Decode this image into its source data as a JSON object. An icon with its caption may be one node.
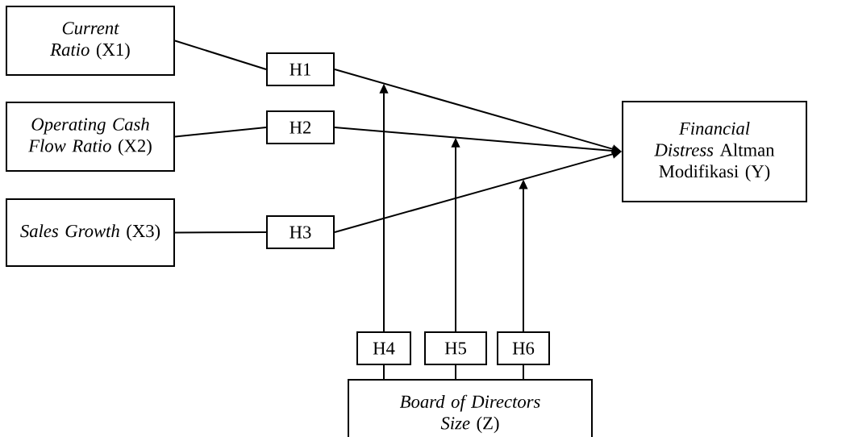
{
  "diagram": {
    "nodes": [
      {
        "text": [
          "*Current Ratio* (X1)"
        ]
      },
      {
        "text": [
          "*Operating Cash Flow Ratio* (X2)"
        ]
      },
      {
        "text": [
          "*Sales Growth* (X3)"
        ]
      },
      {
        "text": [
          "*Financial Distress* Altman Modifikasi (Y)"
        ]
      },
      {
        "text": [
          "H1"
        ]
      },
      {
        "text": [
          "H2"
        ]
      },
      {
        "text": [
          "H3"
        ]
      },
      {
        "text": [
          "H4"
        ]
      },
      {
        "text": [
          "H5"
        ]
      },
      {
        "text": [
          "H6"
        ]
      },
      {
        "text": [
          "*Board of Directors Size* (Z)"
        ]
      }
    ],
    "edges": [
      {
        "from": 0,
        "to": 4,
        "arrow": "none"
      },
      {
        "from": 4,
        "to": 3,
        "arrow": "to"
      },
      {
        "from": 1,
        "to": 5,
        "arrow": "none"
      },
      {
        "from": 5,
        "to": 3,
        "arrow": "to"
      },
      {
        "from": 2,
        "to": 6,
        "arrow": "none"
      },
      {
        "from": 6,
        "to": 3,
        "arrow": "to"
      },
      {
        "from": 10,
        "to": 7,
        "arrow": "none"
      },
      {
        "from": 7,
        "to": null,
        "arrow": "to"
      },
      {
        "from": 10,
        "to": 8,
        "arrow": "none"
      },
      {
        "from": 8,
        "to": null,
        "arrow": "to"
      },
      {
        "from": 10,
        "to": 9,
        "arrow": "none"
      },
      {
        "from": 9,
        "to": null,
        "arrow": "to"
      }
    ]
  }
}
